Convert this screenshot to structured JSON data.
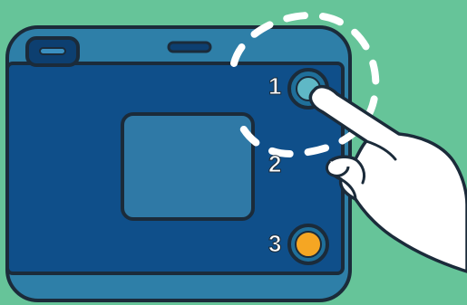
{
  "colors": {
    "background": "#66c499",
    "device_outer": "#2e7fa8",
    "device_outline": "#1b2b3a",
    "device_face": "#0f4f8a",
    "screen": "#2f79a6",
    "button_1": "#5fb8c6",
    "button_3": "#f5a623",
    "dashed_path": "#ffffff",
    "hand": "#ffffff"
  },
  "buttons": [
    {
      "number": "1",
      "color_key": "button_1"
    },
    {
      "number": "2",
      "color_key": "none"
    },
    {
      "number": "3",
      "color_key": "button_3"
    }
  ],
  "icons": {
    "port": "charging-port-icon",
    "speaker": "speaker-slot-icon",
    "hand": "pointing-hand-icon",
    "gesture": "dashed-circular-gesture-icon"
  }
}
